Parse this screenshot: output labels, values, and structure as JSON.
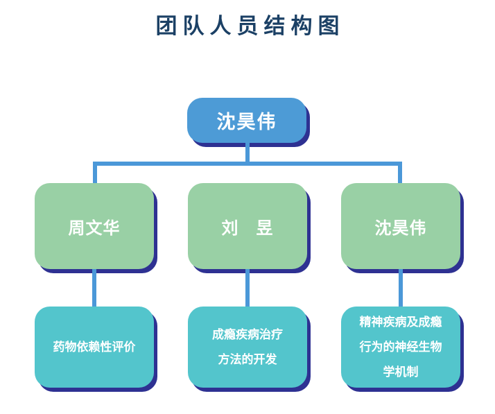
{
  "page": {
    "title": "团队人员结构图"
  },
  "colors": {
    "page_bg": "#ffffff",
    "title_text": "#1b4065",
    "root_fill": "#4d9bd6",
    "member_fill": "#99d0a5",
    "topic_fill": "#53c5cc",
    "connector": "#4b98d8",
    "shadow": "#2e3192",
    "box_text": "#ffffff"
  },
  "org_chart": {
    "root": {
      "name": "沈昊伟"
    },
    "members": [
      {
        "name": "周文华",
        "topic_lines": [
          "药物依赖性评价"
        ]
      },
      {
        "name": "刘　昱",
        "topic_lines": [
          "成瘾疾病治疗",
          "方法的开发"
        ]
      },
      {
        "name": "沈昊伟",
        "topic_lines": [
          "精神疾病及成瘾",
          "行为的神经生物",
          "学机制"
        ]
      }
    ]
  }
}
